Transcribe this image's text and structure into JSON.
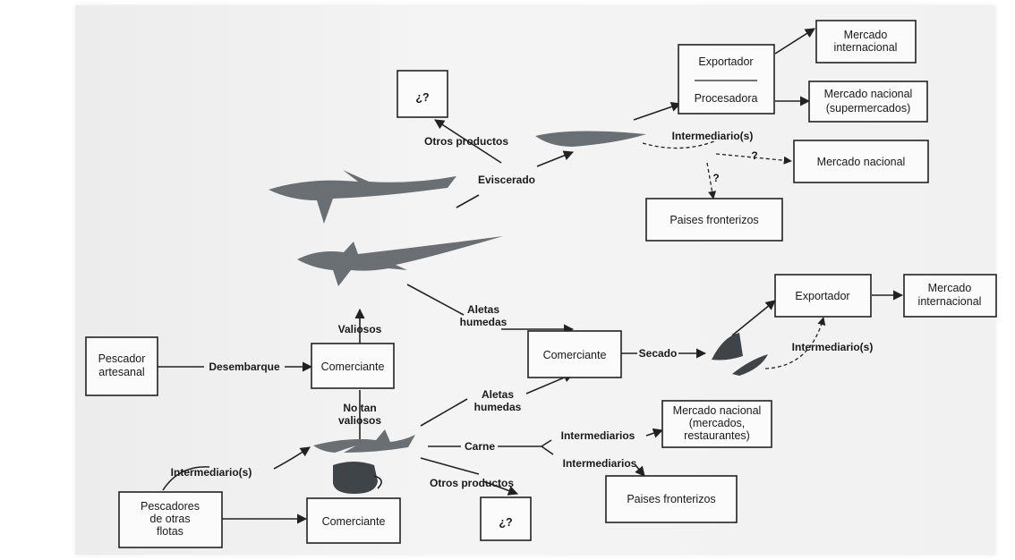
{
  "nodes": {
    "pescador_artesanal": [
      "Pescador",
      "artesanal"
    ],
    "comerciante_1": [
      "Comerciante"
    ],
    "comerciante_2": [
      "Comerciante"
    ],
    "comerciante_3": [
      "Comerciante"
    ],
    "pescadores_otras": [
      "Pescadores",
      "de otras",
      "flotas"
    ],
    "exportador_top": "Exportador",
    "procesadora": "Procesadora",
    "mercado_int_top": [
      "Mercado",
      "internacional"
    ],
    "mercado_nac_super": [
      "Mercado nacional",
      "(supermercados)"
    ],
    "mercado_nac": [
      "Mercado nacional"
    ],
    "paises_front_1": [
      "Paises fronterizos"
    ],
    "exportador_mid": [
      "Exportador"
    ],
    "mercado_int_mid": [
      "Mercado",
      "internacional"
    ],
    "mercado_nac_rest": [
      "Mercado nacional",
      "(mercados,",
      "restaurantes)"
    ],
    "paises_front_2": [
      "Paises fronterizos"
    ],
    "unknown_top": "¿?",
    "unknown_bottom": "¿?"
  },
  "labels": {
    "desembarque": "Desembarque",
    "valiosos": "Valiosos",
    "no_tan_valiosos": [
      "No tan",
      "valiosos"
    ],
    "aletas_humedas_1": [
      "Aletas",
      "humedas"
    ],
    "aletas_humedas_2": [
      "Aletas",
      "humedas"
    ],
    "eviscerado": "Eviscerado",
    "otros_productos_top": "Otros productos",
    "otros_productos_bottom": "Otros productos",
    "intermediarios_top": "Intermediario(s)",
    "intermediarios_mid": "Intermediario(s)",
    "intermediarios_bottom_left": "Intermediario(s)",
    "secado": "Secado",
    "carne": "Carne",
    "intermediarios_a": "Intermediarios",
    "intermediarios_b": "Intermediarios",
    "q1": "?",
    "q2": "?"
  }
}
